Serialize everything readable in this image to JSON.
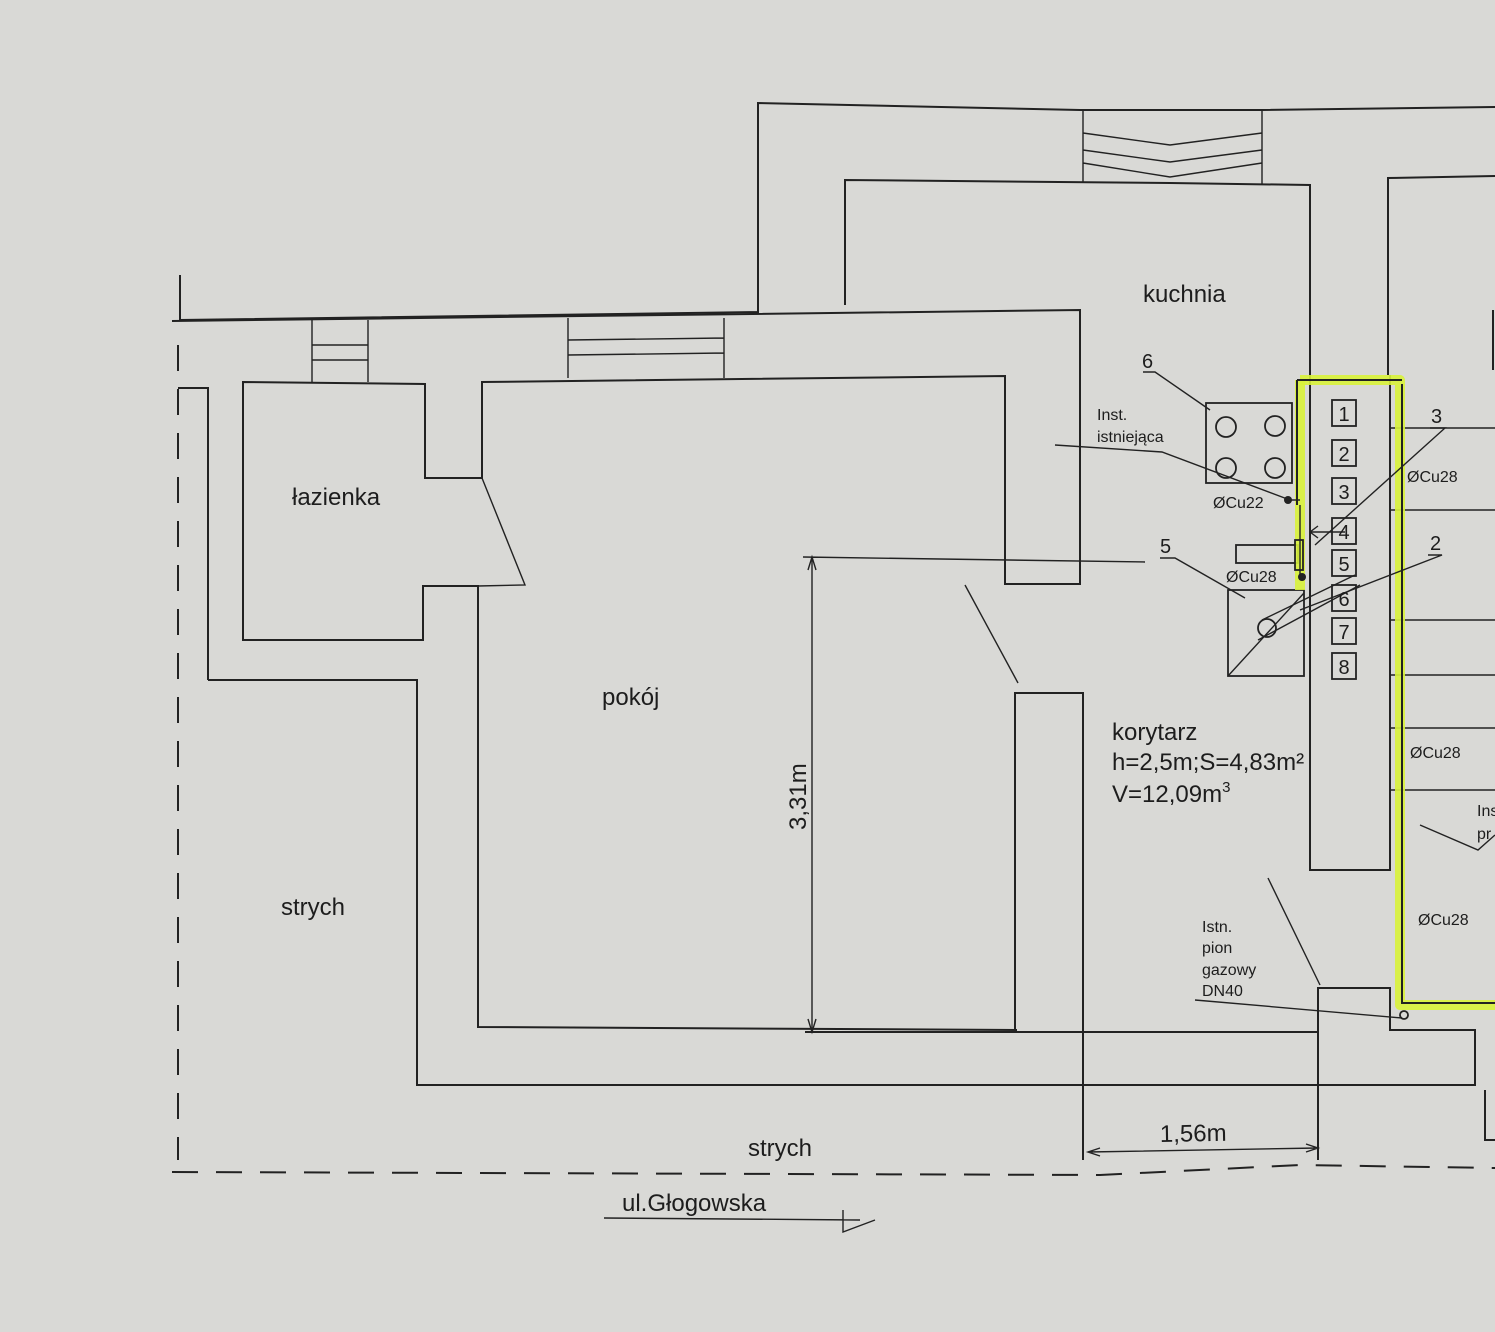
{
  "rooms": {
    "kitchen": "kuchnia",
    "bathroom": "łazienka",
    "room": "pokój",
    "attic_left": "strych",
    "attic_bottom": "strych",
    "corridor": "korytarz",
    "corridor_dims": "h=2,5m;S=4,83m²",
    "corridor_volume_prefix": "V=12,09m",
    "corridor_volume_exp": "3"
  },
  "street": "ul.Głogowska",
  "dimensions": {
    "height": "3,31m",
    "width": "1,56m"
  },
  "notes": {
    "existing_install_1": "Inst.",
    "existing_install_2": "istniejąca",
    "riser_1": "Istn.",
    "riser_2": "pion",
    "riser_3": "gazowy",
    "riser_4": "DN40",
    "right_cut_1": "Ins",
    "right_cut_2": "pr"
  },
  "pipes": {
    "cu22": "ØCu22",
    "cu28_a": "ØCu28",
    "cu28_b": "ØCu28",
    "cu28_c": "ØCu28",
    "cu28_d": "ØCu28"
  },
  "leaders": {
    "l6": "6",
    "l5": "5",
    "l3": "3",
    "l2": "2"
  },
  "legend_boxes": [
    "1",
    "2",
    "3",
    "4",
    "5",
    "6",
    "7",
    "8"
  ],
  "colors": {
    "paper": "#d9d9d6",
    "ink": "#222222",
    "highlight": "#d8f23a"
  }
}
